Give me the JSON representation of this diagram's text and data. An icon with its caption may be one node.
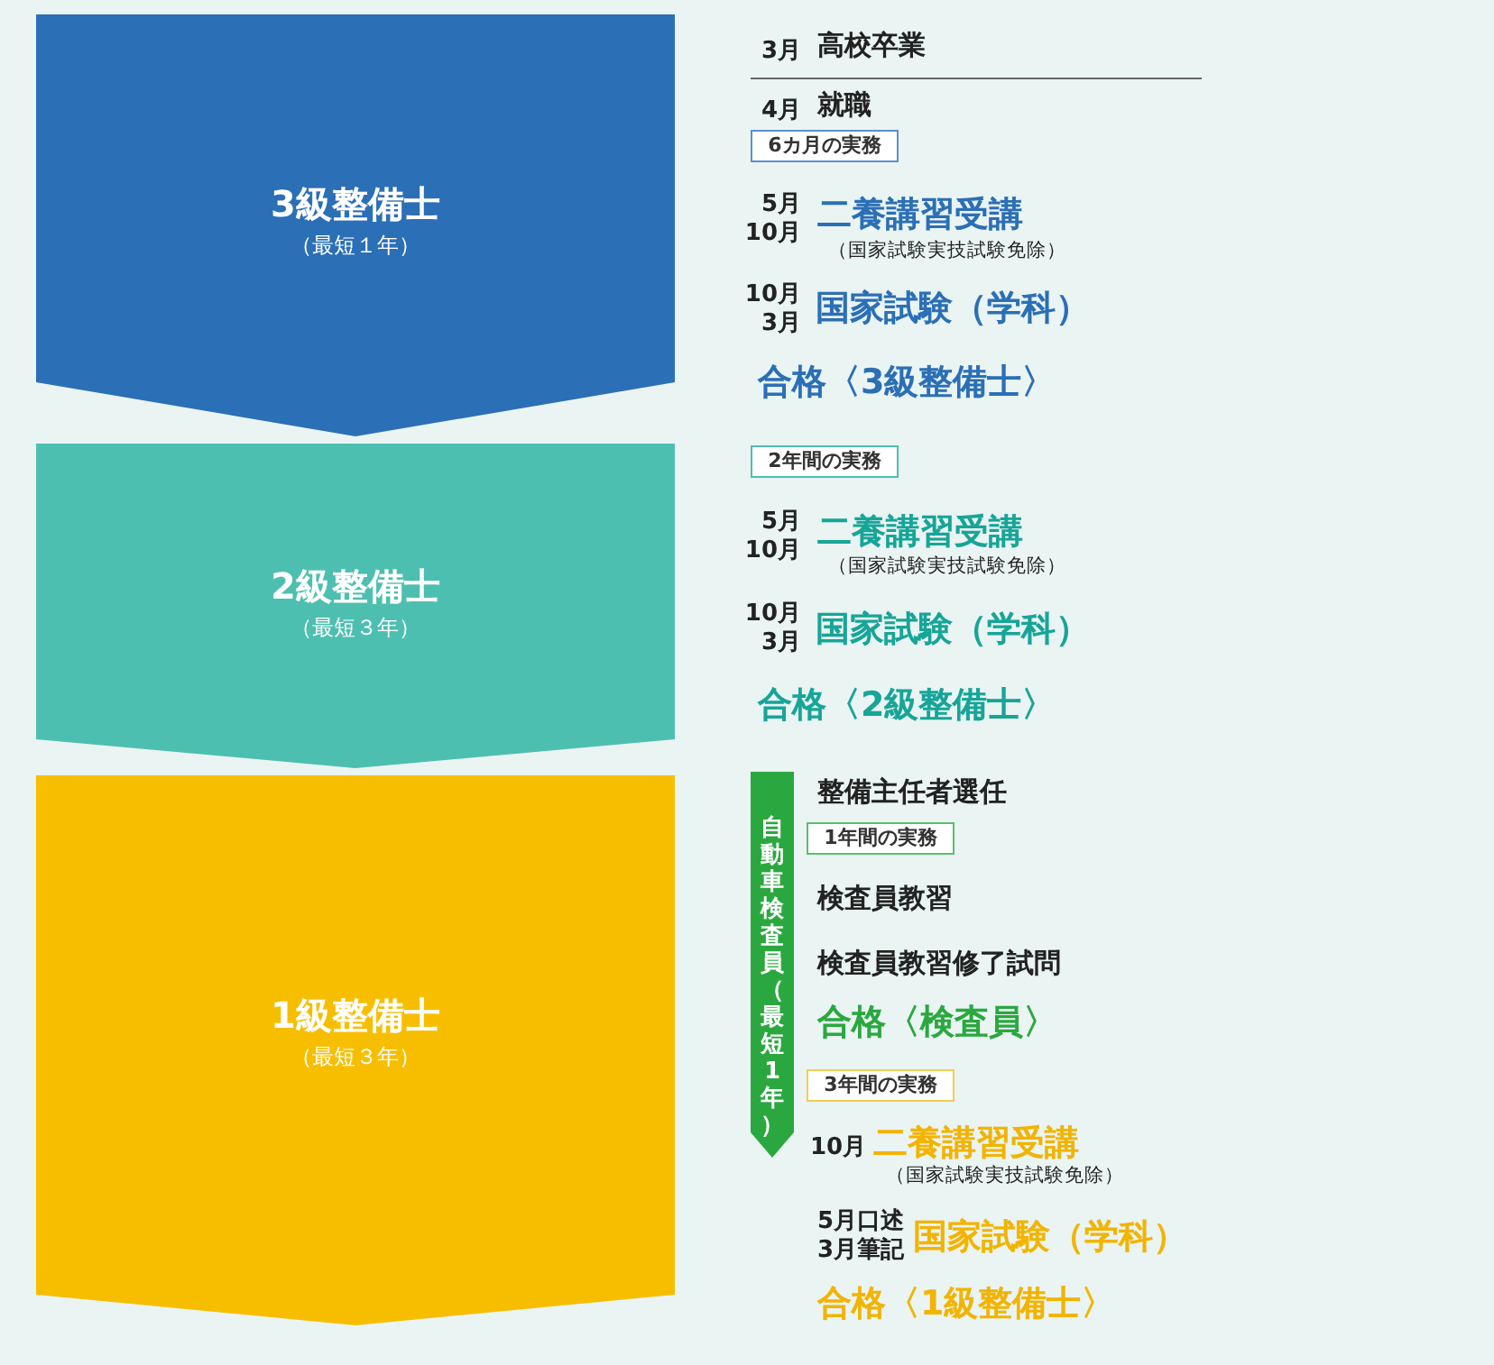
{
  "diagram": {
    "nodes": [
      {
        "text": [
          "3級整備士",
          "（最短１年）"
        ]
      },
      {
        "text": [
          "2級整備士",
          "（最短３年）"
        ]
      },
      {
        "text": [
          "1級整備士",
          "（最短３年）"
        ]
      },
      {
        "text": [
          "自動車検査員（最短1年）"
        ]
      },
      {
        "text": [
          "6カ月の実務"
        ]
      },
      {
        "text": [
          "2年間の実務"
        ]
      },
      {
        "text": [
          "1年間の実務"
        ]
      },
      {
        "text": [
          "3年間の実務"
        ]
      }
    ],
    "labels": [
      "3月",
      "高校卒業",
      "4月",
      "就職",
      "5月 10月",
      "二養講習受講",
      "（国家試験実技試験免除）",
      "10月 3月",
      "国家試験（学科）",
      "合格〈3級整備士〉",
      "5月 10月",
      "二養講習受講",
      "（国家試験実技試験免除）",
      "10月 3月",
      "国家試験（学科）",
      "合格〈2級整備士〉",
      "整備主任者選任",
      "検査員教習",
      "検査員教習修了試問",
      "合格〈検査員〉",
      "10月",
      "二養講習受講",
      "（国家試験実技試験免除）",
      "5月口述 3月筆記",
      "国家試験（学科）",
      "合格〈1級整備士〉"
    ]
  }
}
